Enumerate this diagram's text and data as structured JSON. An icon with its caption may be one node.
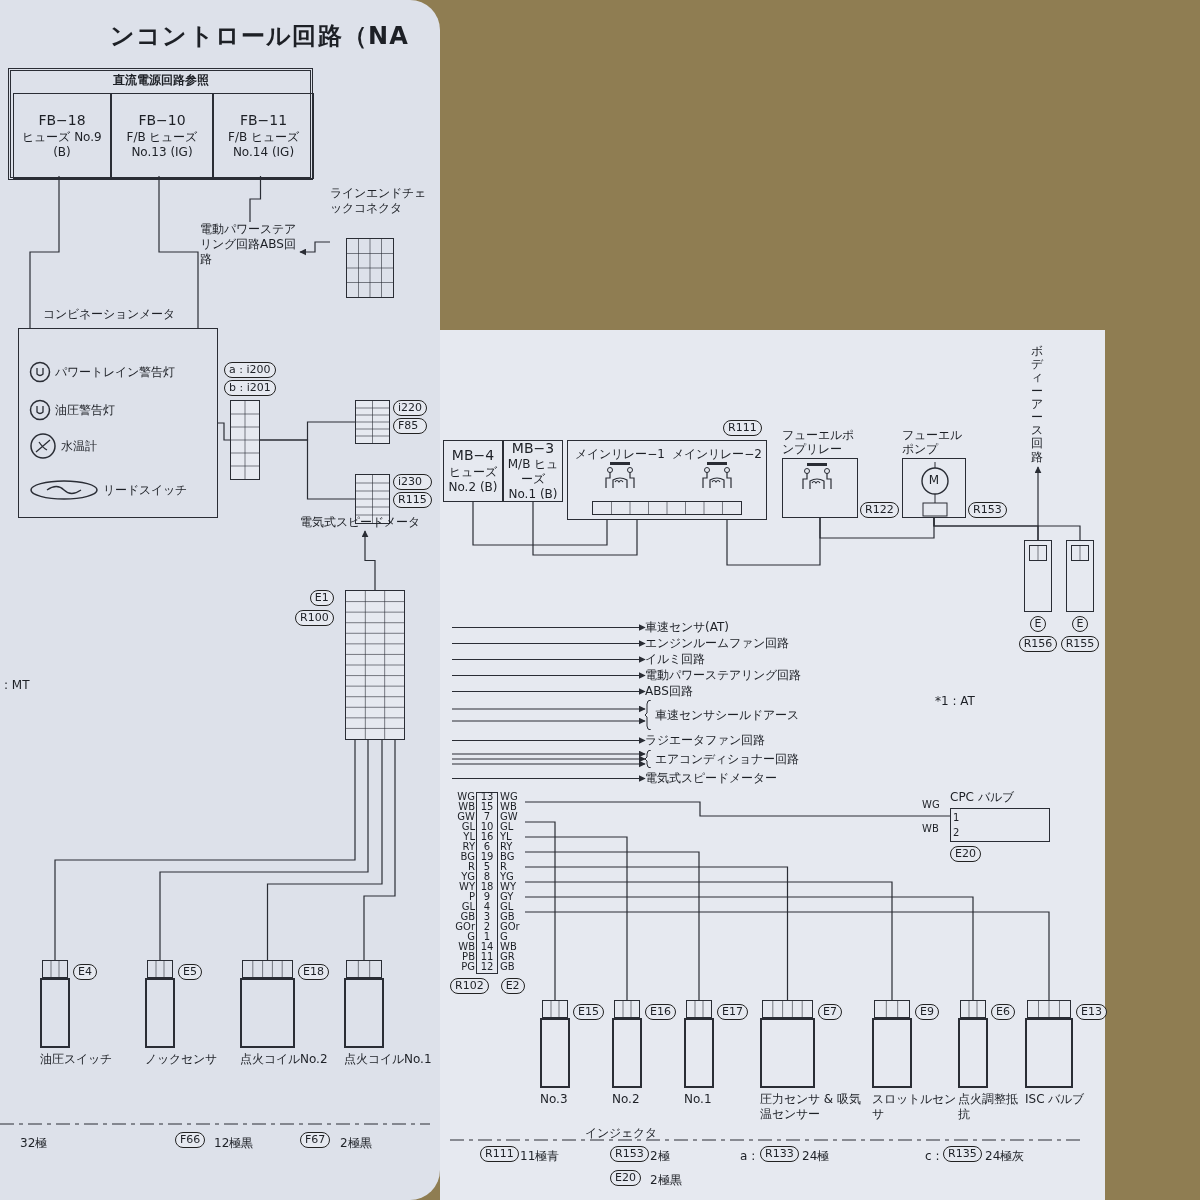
{
  "diagram": {
    "nodes": [
      {
        "text": [
          "直流電源回路参照"
        ]
      },
      {
        "text": [
          "FB−18",
          "ヒューズ No.9 (B)"
        ],
        "in": 0
      },
      {
        "text": [
          "FB−10",
          "F/B ヒューズ No.13 (IG)"
        ],
        "in": 0
      },
      {
        "text": [
          "FB−11",
          "F/B ヒューズ No.14 (IG)"
        ],
        "in": 0
      },
      {
        "text": [
          "コンビネーションメータ"
        ]
      },
      {
        "text": [
          "パワートレイン警告灯"
        ],
        "in": 4
      },
      {
        "text": [
          "油圧警告灯"
        ],
        "in": 4
      },
      {
        "text": [
          "水温計"
        ],
        "in": 4
      },
      {
        "text": [
          "リードスイッチ"
        ],
        "in": 4
      },
      {
        "text": [],
        "shape": "box",
        "beside": [
          "a : i200",
          "b : i201"
        ]
      },
      {
        "text": [
          "電動パワーステアリング回路ABS回路"
        ]
      },
      {
        "text": [
          "ラインエンドチェックコネクタ"
        ]
      },
      {
        "text": [],
        "shape": "box",
        "beside": [
          "i220",
          "F85"
        ]
      },
      {
        "text": [],
        "shape": "box",
        "beside": [
          "i230",
          "R115"
        ]
      },
      {
        "text": [
          "電気式スピードメータ"
        ]
      },
      {
        "text": [],
        "shape": "box",
        "beside": [
          "E1",
          "R100"
        ]
      },
      {
        "text": [
          "油圧スイッチ"
        ],
        "beside": [
          "E4"
        ]
      },
      {
        "text": [
          "ノックセンサ"
        ],
        "beside": [
          "E5"
        ]
      },
      {
        "text": [
          "点火コイルNo.2"
        ],
        "beside": [
          "E18"
        ]
      },
      {
        "text": [
          "点火コイルNo.1"
        ]
      },
      {
        "text": [
          "MB−4",
          "ヒューズ No.2 (B)"
        ]
      },
      {
        "text": [
          "MB−3",
          "M/B ヒューズ No.1 (B)"
        ]
      },
      {
        "text": [],
        "shape": "box",
        "beside": [
          "R111"
        ]
      },
      {
        "text": [
          "メインリレー−1"
        ],
        "in": 22
      },
      {
        "text": [
          "メインリレー−2"
        ],
        "in": 22
      },
      {
        "text": [
          "フューエルポンプリレー"
        ],
        "beside": [
          "R122"
        ]
      },
      {
        "text": [
          "フューエルポンプ"
        ],
        "beside": [
          "R153"
        ]
      },
      {
        "text": [
          "ボディーアース回路"
        ]
      },
      {
        "text": [],
        "shape": "box",
        "beside": [
          "E",
          "R156"
        ]
      },
      {
        "text": [],
        "shape": "box",
        "beside": [
          "E",
          "R155"
        ]
      },
      {
        "text": [
          "車速センサ(AT)"
        ]
      },
      {
        "text": [
          "エンジンルームファン回路"
        ]
      },
      {
        "text": [
          "イルミ回路"
        ]
      },
      {
        "text": [
          "電動パワーステアリング回路"
        ]
      },
      {
        "text": [
          "ABS回路"
        ]
      },
      {
        "text": [
          "車速センサシールドアース"
        ]
      },
      {
        "text": [
          "ラジエータファン回路"
        ]
      },
      {
        "text": [
          "エアコンディショナー回路"
        ]
      },
      {
        "text": [
          "電気式スピードメーター"
        ]
      },
      {
        "text": [],
        "shape": "box",
        "beside": [
          "R102",
          "E2"
        ]
      },
      {
        "text": [
          "CPC バルブ"
        ],
        "beside": [
          "E20"
        ]
      },
      {
        "text": [
          "No.3"
        ],
        "beside": [
          "E15"
        ]
      },
      {
        "text": [
          "No.2"
        ],
        "beside": [
          "E16"
        ]
      },
      {
        "text": [
          "No.1"
        ],
        "beside": [
          "E17"
        ]
      },
      {
        "text": [
          "圧力センサ & 吸気温センサー"
        ],
        "beside": [
          "E7"
        ]
      },
      {
        "text": [
          "スロットルセンサ"
        ],
        "beside": [
          "E9"
        ]
      },
      {
        "text": [
          "点火調整抵抗"
        ],
        "beside": [
          "E6"
        ]
      },
      {
        "text": [
          "ISC バルブ"
        ],
        "beside": [
          "E13"
        ]
      }
    ],
    "edges": [
      {
        "from": 1,
        "to": 4,
        "arrow": "none"
      },
      {
        "from": 2,
        "to": 4,
        "arrow": "none"
      },
      {
        "from": 3,
        "to": 10,
        "arrow": "none"
      },
      {
        "from": 11,
        "to": 10,
        "arrow": "to"
      },
      {
        "from": 4,
        "to": 9,
        "arrow": "none"
      },
      {
        "from": 9,
        "to": 12,
        "arrow": "none"
      },
      {
        "from": 9,
        "to": 13,
        "arrow": "none"
      },
      {
        "from": 15,
        "to": 14,
        "arrow": "to"
      },
      {
        "from": 15,
        "to": 16,
        "arrow": "none"
      },
      {
        "from": 15,
        "to": 17,
        "arrow": "none"
      },
      {
        "from": 15,
        "to": 18,
        "arrow": "none"
      },
      {
        "from": 15,
        "to": 19,
        "arrow": "none"
      },
      {
        "from": 20,
        "to": 22,
        "arrow": "none"
      },
      {
        "from": 21,
        "to": 22,
        "arrow": "none"
      },
      {
        "from": 22,
        "to": 25,
        "arrow": "none"
      },
      {
        "from": 25,
        "to": 26,
        "arrow": "none"
      },
      {
        "from": 26,
        "to": 28,
        "arrow": "none"
      },
      {
        "from": 26,
        "to": 29,
        "arrow": "none"
      },
      {
        "from": 28,
        "to": 27,
        "arrow": "to"
      },
      {
        "from": null,
        "to": 30,
        "arrow": "to"
      },
      {
        "from": null,
        "to": 31,
        "arrow": "to"
      },
      {
        "from": null,
        "to": 32,
        "arrow": "to"
      },
      {
        "from": null,
        "to": 33,
        "arrow": "to"
      },
      {
        "from": null,
        "to": 34,
        "arrow": "to"
      },
      {
        "from": null,
        "to": 35,
        "arrow": "to"
      },
      {
        "from": null,
        "to": 35,
        "arrow": "to"
      },
      {
        "from": null,
        "to": 36,
        "arrow": "to"
      },
      {
        "from": null,
        "to": 37,
        "arrow": "to"
      },
      {
        "from": null,
        "to": 37,
        "arrow": "to"
      },
      {
        "from": null,
        "to": 37,
        "arrow": "to"
      },
      {
        "from": null,
        "to": 38,
        "arrow": "to"
      },
      {
        "from": 39,
        "to": 40,
        "arrow": "none"
      },
      {
        "from": 39,
        "to": 41,
        "arrow": "none"
      },
      {
        "from": 39,
        "to": 42,
        "arrow": "none"
      },
      {
        "from": 39,
        "to": 43,
        "arrow": "none"
      },
      {
        "from": 39,
        "to": 44,
        "arrow": "none"
      },
      {
        "from": 39,
        "to": 45,
        "arrow": "none"
      },
      {
        "from": 39,
        "to": 46,
        "arrow": "none"
      },
      {
        "from": 39,
        "to": 47,
        "arrow": "none"
      }
    ],
    "labels": [
      "ンコントロール回路（NA",
      ": MT",
      "*1 : AT",
      "WG",
      "13",
      "WG",
      "WB",
      "15",
      "WB",
      "GW",
      "7",
      "GW",
      "GL",
      "10",
      "GL",
      "YL",
      "16",
      "YL",
      "RY",
      "6",
      "RY",
      "BG",
      "19",
      "BG",
      "R",
      "5",
      "R",
      "YG",
      "8",
      "YG",
      "WY",
      "18",
      "WY",
      "P",
      "9",
      "GY",
      "GL",
      "4",
      "GL",
      "GB",
      "3",
      "GB",
      "GOr",
      "2",
      "GOr",
      "G",
      "1",
      "G",
      "WB",
      "14",
      "WB",
      "PB",
      "11",
      "GR",
      "PG",
      "12",
      "GB",
      "WG",
      "WB",
      "1",
      "2",
      "M",
      "32極",
      "F66",
      "12極黒",
      "F67",
      "2極黒",
      "インジェクタ",
      "R111",
      "11極青",
      "R153",
      "2極",
      "E20",
      "2極黒",
      "a :",
      "R133",
      "24極",
      "c :",
      "R135",
      "24極灰"
    ]
  }
}
